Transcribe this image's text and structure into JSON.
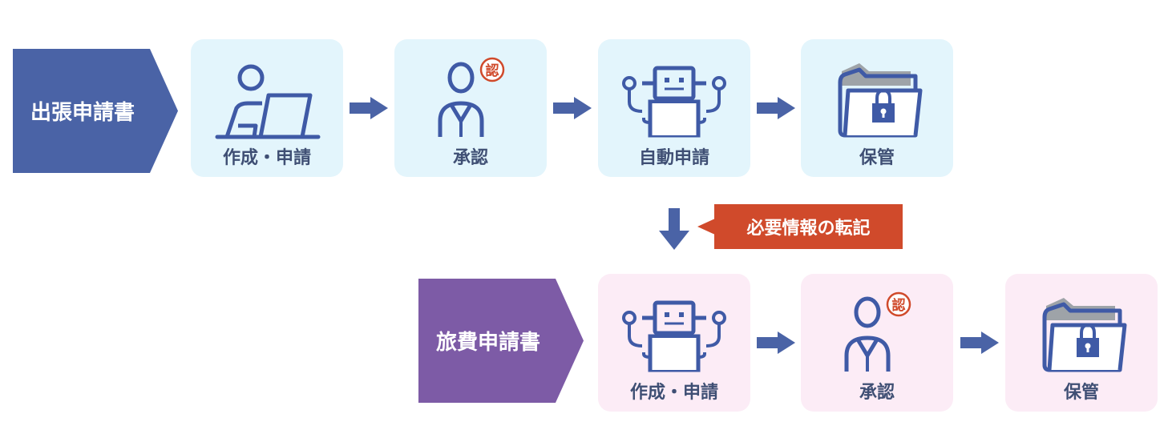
{
  "row1": {
    "title": "出張申請書",
    "steps": [
      {
        "label": "作成・申請",
        "icon": "person-at-laptop-icon"
      },
      {
        "label": "承認",
        "icon": "approver-icon"
      },
      {
        "label": "自動申請",
        "icon": "robot-icon"
      },
      {
        "label": "保管",
        "icon": "locked-folder-icon"
      }
    ]
  },
  "transfer_note": "必要情報の転記",
  "row2": {
    "title": "旅費申請書",
    "steps": [
      {
        "label": "作成・申請",
        "icon": "robot-icon"
      },
      {
        "label": "承認",
        "icon": "approver-icon"
      },
      {
        "label": "保管",
        "icon": "locked-folder-icon"
      }
    ]
  },
  "approval_stamp": "認",
  "colors": {
    "row1_header": "#4a63a6",
    "row2_header": "#7d5ba6",
    "row1_box": "#e3f5fc",
    "row2_box": "#fcecf6",
    "icon_stroke": "#3f5aa6",
    "arrow": "#4a63a6",
    "note": "#d04a2b"
  }
}
